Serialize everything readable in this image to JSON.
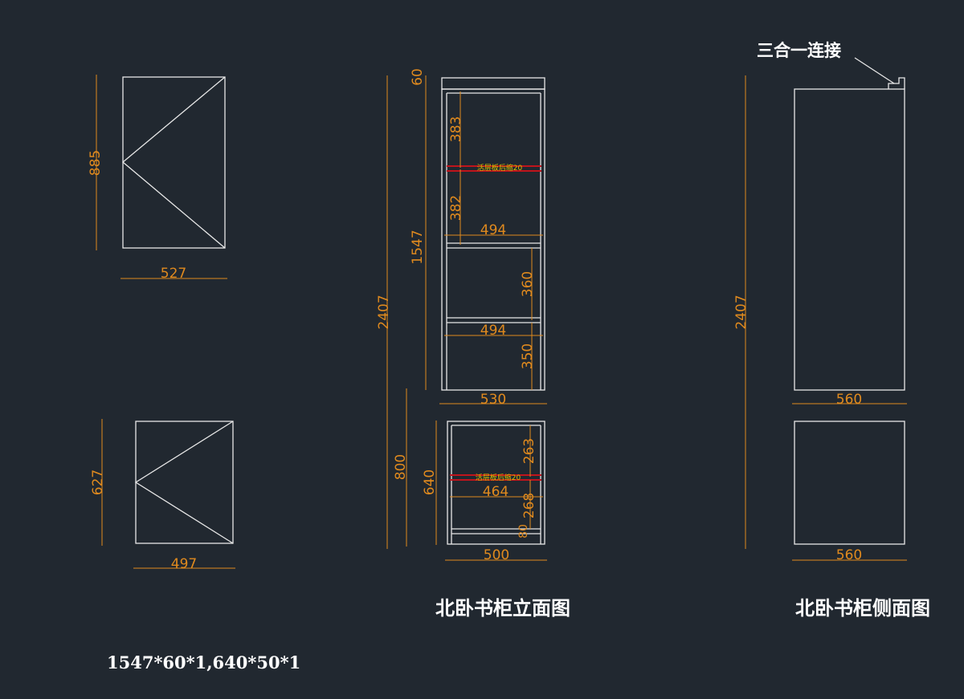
{
  "dims": {
    "d885": "885",
    "d527": "527",
    "d627": "627",
    "d497": "497",
    "d60": "60",
    "d2407a": "2407",
    "d1547": "1547",
    "d383": "383",
    "d382": "382",
    "d494a": "494",
    "d360": "360",
    "d494b": "494",
    "d350": "350",
    "d530": "530",
    "d800": "800",
    "d640": "640",
    "d263": "263",
    "d464": "464",
    "d268": "268",
    "d80": "80",
    "d500": "500",
    "d2407b": "2407",
    "d560a": "560",
    "d560b": "560"
  },
  "labels": {
    "shelf_note_upper": "活层板后缩20",
    "shelf_note_lower": "活层板后缩20",
    "connector_note": "三合一连接",
    "front_title": "北卧书柜立面图",
    "side_title": "北卧书柜侧面图",
    "spec_note": "1547*60*1,640*50*1"
  },
  "colors": {
    "background": "#212830",
    "dimension": "#e08a1e",
    "linework": "#e8e8e8",
    "shelf_marker": "#c0141c"
  }
}
